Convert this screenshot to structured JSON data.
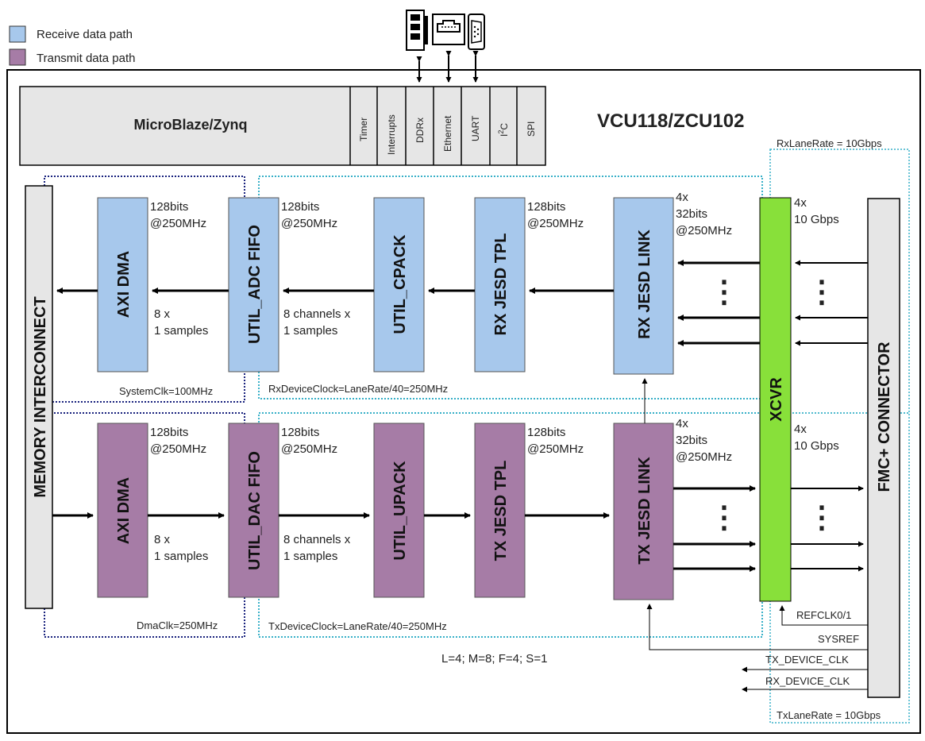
{
  "legend": {
    "receive": {
      "label": "Receive data path",
      "color": "#a7c8ec"
    },
    "transmit": {
      "label": "Transmit data path",
      "color": "#a67ca6"
    }
  },
  "board_title": "VCU118/ZCU102",
  "processor": {
    "label": "MicroBlaze/Zynq",
    "peripherals": [
      "Timer",
      "Interrupts",
      "DDRx",
      "Ethernet",
      "UART",
      "I2C",
      "SPI"
    ]
  },
  "icons": [
    "memory-module-icon",
    "ethernet-port-icon",
    "serial-port-icon"
  ],
  "memory_interconnect": "MEMORY INTERCONNECT",
  "fmc_connector": "FMC+ CONNECTOR",
  "xcvr": {
    "label": "XCVR",
    "color": "#88e03a"
  },
  "rx_path": {
    "blocks": [
      "AXI DMA",
      "UTIL_ADC FIFO",
      "UTIL_CPACK",
      "RX JESD TPL",
      "RX JESD LINK"
    ],
    "dma_width": [
      "128bits",
      "@250MHz"
    ],
    "fifo_width": [
      "128bits",
      "@250MHz"
    ],
    "tpl_width": [
      "128bits",
      "@250MHz"
    ],
    "link_width": [
      "4x",
      "32bits",
      "@250MHz"
    ],
    "dma_samples": [
      "8 x",
      "1 samples"
    ],
    "fifo_samples": [
      "8 channels x",
      "1 samples"
    ],
    "xcvr_rate": [
      "4x",
      "10 Gbps"
    ],
    "system_clk": "SystemClk=100MHz",
    "device_clock": "RxDeviceClock=LaneRate/40=250MHz",
    "lane_rate": "RxLaneRate = 10Gbps"
  },
  "tx_path": {
    "blocks": [
      "AXI DMA",
      "UTIL_DAC FIFO",
      "UTIL_UPACK",
      "TX JESD TPL",
      "TX JESD LINK"
    ],
    "dma_width": [
      "128bits",
      "@250MHz"
    ],
    "fifo_width": [
      "128bits",
      "@250MHz"
    ],
    "tpl_width": [
      "128bits",
      "@250MHz"
    ],
    "link_width": [
      "4x",
      "32bits",
      "@250MHz"
    ],
    "dma_samples": [
      "8 x",
      "1 samples"
    ],
    "fifo_samples": [
      "8 channels x",
      "1 samples"
    ],
    "xcvr_rate": [
      "4x",
      "10 Gbps"
    ],
    "dma_clk": "DmaClk=250MHz",
    "device_clock": "TxDeviceClock=LaneRate/40=250MHz",
    "lane_rate": "TxLaneRate = 10Gbps"
  },
  "signals": [
    "REFCLK0/1",
    "SYSREF",
    "TX_DEVICE_CLK",
    "RX_DEVICE_CLK"
  ],
  "params": "L=4; M=8; F=4; S=1",
  "ellipsis": "⋮"
}
